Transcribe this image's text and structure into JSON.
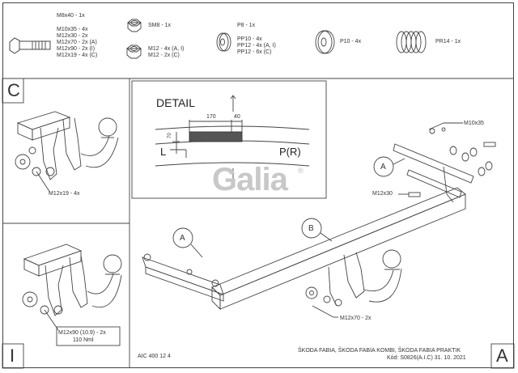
{
  "parts": {
    "bolt_header": "M8x40 - 1x",
    "bolt_lines": [
      "M10x35 - 4x",
      "M12x30 - 2x",
      "M12x70 - 2x (A)",
      "M12x90 - 2x (I)",
      "M12x19 - 4x (C)"
    ],
    "nut_line1": "SM8 - 1x",
    "nut_lines": [
      "M12 - 4x (A, I)",
      "M12 - 2x (C)"
    ],
    "washer_header": "P8 - 1x",
    "washer_lines": [
      "PP10 - 4x",
      "PP12 - 4x (A, I)",
      "PP12 - 6x (C)"
    ],
    "big_washer": "P10 - 4x",
    "spring_washer": "PR14 - 1x"
  },
  "panels": {
    "c_letter": "C",
    "c_bolt": "M12x19 - 4x",
    "i_letter": "I",
    "i_bolt_line1": "M12x90 (10.9) - 2x",
    "i_bolt_line2": "110 Nml"
  },
  "detail": {
    "title": "DETAIL",
    "dim_top1": "170",
    "dim_top2": "40",
    "dim_side": "70",
    "label_l": "L",
    "label_p": "P(R)"
  },
  "logo": {
    "text": "Galia",
    "mark": "®"
  },
  "main": {
    "callout_a_top": "A",
    "callout_a_left": "A",
    "callout_b": "B",
    "bolt_m10": "M10x35",
    "bolt_m12x30": "M12x30",
    "bolt_m12x70": "M12x70 - 2x"
  },
  "footer": {
    "code": "AIC 400 12 4",
    "models": "ŠKODA FABIA, ŠKODA FABIA KOMBI, ŠKODA FABIA PRAKTIK",
    "kod": "Kód: S0826(A.I.C)  31. 10. 2021",
    "sheet": "A"
  }
}
